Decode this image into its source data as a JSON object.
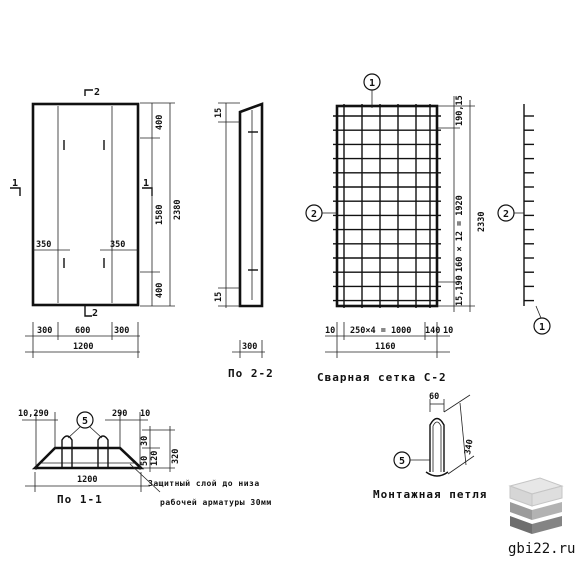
{
  "plan": {
    "section_mark_top": "2",
    "section_mark_bottom": "2",
    "section_mark_left": "1",
    "section_mark_right": "1",
    "dim_top": "400",
    "dim_mid": "1580",
    "dim_bottom": "400",
    "dim_total_height": "2380",
    "dim_inner_left": "350",
    "dim_inner_right": "350",
    "dim_left": "300",
    "dim_center": "600",
    "dim_right": "300",
    "dim_total_width": "1200"
  },
  "section_2_2": {
    "dim_top": "15",
    "dim_bottom": "15",
    "dim_width": "300",
    "caption": "По 2-2"
  },
  "mesh": {
    "marker_top": "1",
    "marker_left": "2",
    "marker_right": "2",
    "marker_bottom": "1",
    "dim_top_edge": "190,15",
    "dim_middle": "160 × 12 = 1920",
    "dim_bottom_edge": "15,190",
    "dim_total": "2330",
    "dim_left_end": "10",
    "dim_pitch": "250×4 = 1000",
    "dim_right_end": "140",
    "dim_right_end2": "10",
    "dim_total_width": "1160",
    "caption": "Сварная сетка С-2"
  },
  "section_1_1": {
    "dim_left": "10,290",
    "dim_right": "290",
    "dim_right_end": "10",
    "marker": "5",
    "dim_h1": "30",
    "dim_h2": "50",
    "dim_h3": "120",
    "dim_h4": "320",
    "dim_width": "1200",
    "note_line1": "Защитный слой до низа",
    "note_line2": "рабочей арматуры 30мм",
    "caption": "По 1-1"
  },
  "loop": {
    "dim_top": "60",
    "dim_height": "340",
    "marker": "5",
    "caption": "Монтажная петля"
  },
  "watermark": {
    "text": "gbi22.ru"
  }
}
